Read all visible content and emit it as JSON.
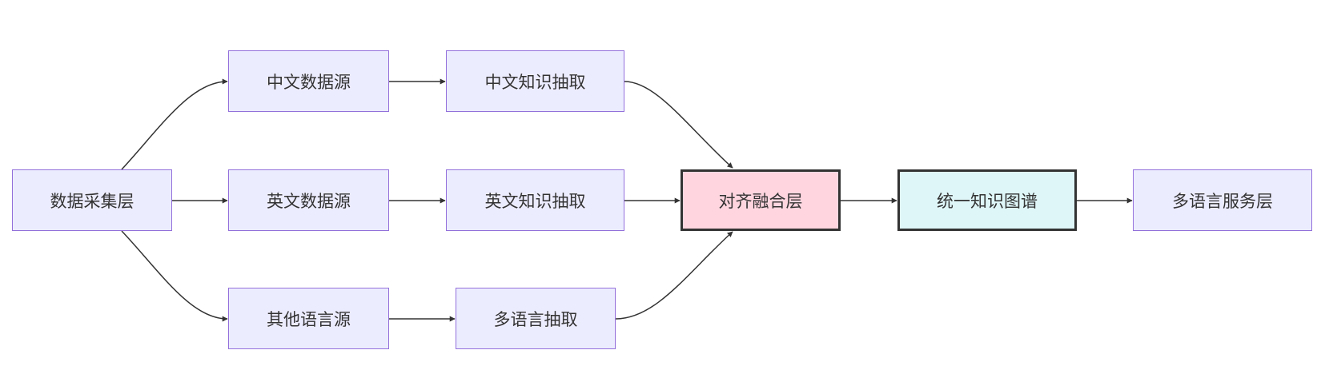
{
  "diagram": {
    "type": "flowchart",
    "nodes": {
      "collect": "数据采集层",
      "zh_source": "中文数据源",
      "en_source": "英文数据源",
      "other_source": "其他语言源",
      "zh_extract": "中文知识抽取",
      "en_extract": "英文知识抽取",
      "ml_extract": "多语言抽取",
      "align": "对齐融合层",
      "kg": "统一知识图谱",
      "service": "多语言服务层"
    },
    "edges": [
      [
        "collect",
        "zh_source"
      ],
      [
        "collect",
        "en_source"
      ],
      [
        "collect",
        "other_source"
      ],
      [
        "zh_source",
        "zh_extract"
      ],
      [
        "en_source",
        "en_extract"
      ],
      [
        "other_source",
        "ml_extract"
      ],
      [
        "zh_extract",
        "align"
      ],
      [
        "en_extract",
        "align"
      ],
      [
        "ml_extract",
        "align"
      ],
      [
        "align",
        "kg"
      ],
      [
        "kg",
        "service"
      ]
    ],
    "colors": {
      "node_fill": "#ececff",
      "node_border": "#9370db",
      "align_fill": "#ffd6e0",
      "kg_fill": "#dff6f8",
      "emphasis_border": "#333333",
      "edge": "#333333",
      "text": "#333333"
    }
  }
}
